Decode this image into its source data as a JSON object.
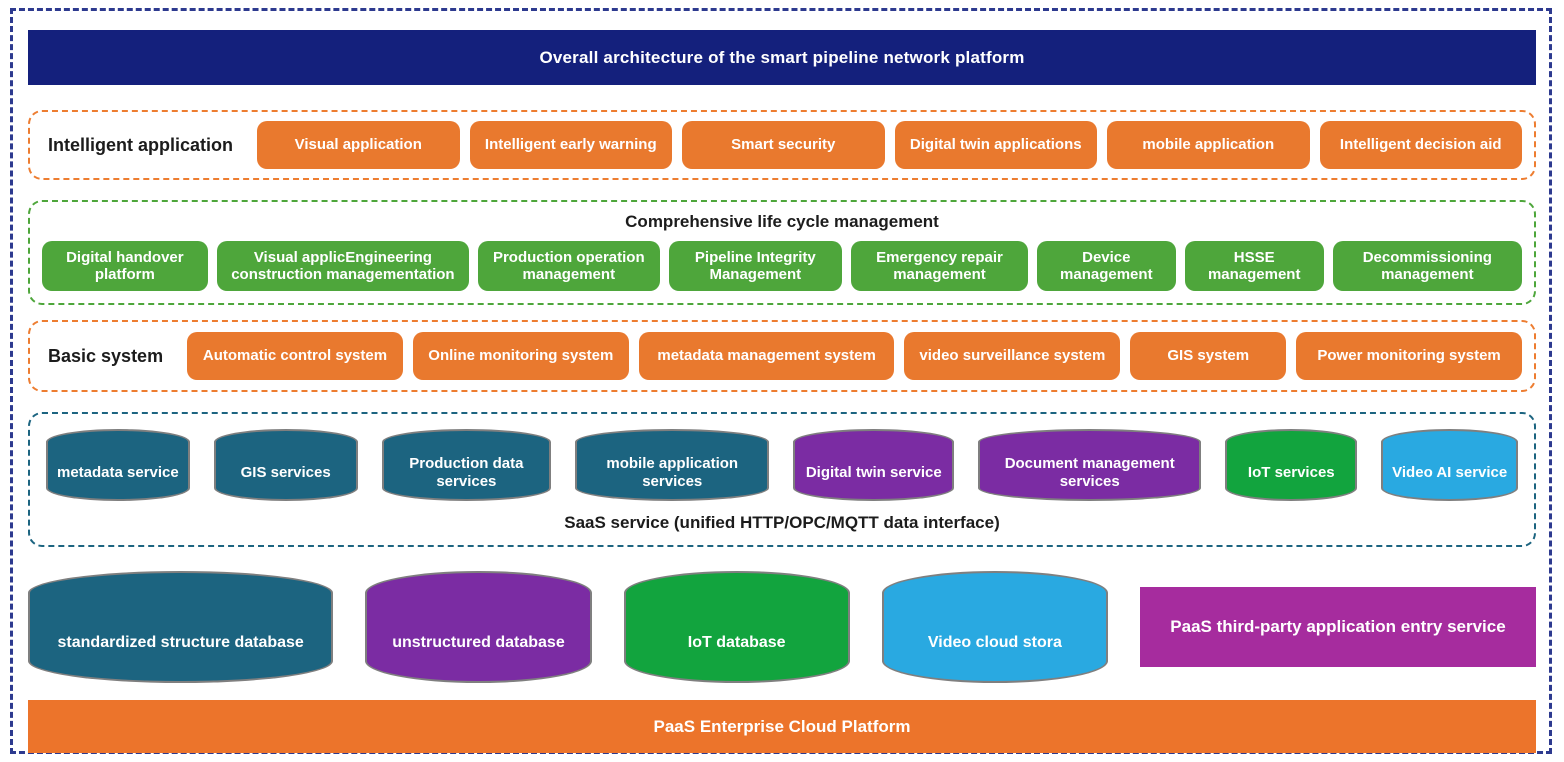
{
  "header": {
    "title": "Overall architecture of the smart pipeline network platform"
  },
  "intelligent_application": {
    "label": "Intelligent application",
    "items": [
      "Visual application",
      "Intelligent early warning",
      "Smart security",
      "Digital twin applications",
      "mobile application",
      "Intelligent decision aid"
    ]
  },
  "lifecycle": {
    "title": "Comprehensive life cycle management",
    "items": [
      "Digital handover platform",
      "Visual applicEngineering construction managementation",
      "Production operation management",
      "Pipeline Integrity Management",
      "Emergency repair management",
      "Device management",
      "HSSE management",
      "Decommissioning management"
    ]
  },
  "basic_system": {
    "label": "Basic system",
    "items": [
      "Automatic control system",
      "Online monitoring system",
      "metadata management system",
      "video surveillance system",
      "GIS system",
      "Power monitoring system"
    ]
  },
  "saas": {
    "caption": "SaaS service (unified HTTP/OPC/MQTT data interface)",
    "services": [
      {
        "label": "metadata service",
        "color": "teal"
      },
      {
        "label": "GIS services",
        "color": "teal"
      },
      {
        "label": "Production data services",
        "color": "teal"
      },
      {
        "label": "mobile application services",
        "color": "teal"
      },
      {
        "label": "Digital twin service",
        "color": "purple"
      },
      {
        "label": "Document management services",
        "color": "purple"
      },
      {
        "label": "IoT services",
        "color": "green"
      },
      {
        "label": "Video AI service",
        "color": "blue"
      }
    ]
  },
  "data_layer": {
    "databases": [
      {
        "label": "standardized structure database",
        "color": "teal"
      },
      {
        "label": "unstructured database",
        "color": "purple"
      },
      {
        "label": "IoT database",
        "color": "green"
      },
      {
        "label": "Video cloud stora",
        "color": "blue"
      }
    ],
    "paas_entry": "PaaS third-party application entry service"
  },
  "footer": {
    "title": "PaaS Enterprise Cloud Platform"
  },
  "colors": {
    "navy_banner": "#14207C",
    "outer_border": "#2d3a8f",
    "orange": "#E9792E",
    "footer_orange": "#EC742B",
    "green": "#4EA63B",
    "teal_cylinder": "#1C6480",
    "purple_cylinder": "#7B2CA3",
    "green_cylinder": "#12A43E",
    "blue_cylinder": "#29A9E1",
    "magenta_box": "#A62C9E",
    "cylinder_stroke": "#7f7f7f"
  }
}
